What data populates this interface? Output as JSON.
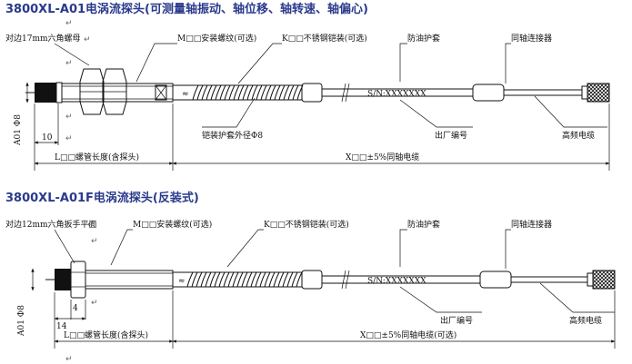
{
  "diagram1": {
    "title": "3800XL-A01电涡流探头(可测量轴振动、轴位移、轴转速、轴偏心)",
    "label_nut": "对边17mm六角螺母",
    "label_thread": "M□□安装螺纹(可选)",
    "label_armor": "K□□不锈钢铠装(可选)",
    "label_guard": "防油护套",
    "label_connector": "同轴连接器",
    "label_armor_dia": "铠装护套外径Φ8",
    "label_serial": "出厂编号",
    "label_cable": "高频电缆",
    "serial_mark": "S/N:XXXXXXX",
    "dim_10": "10",
    "dim_tip": "A01 Φ8",
    "dim_L": "L□□螺管长度(含探头)",
    "dim_X": "X□□±5%同轴电缆"
  },
  "diagram2": {
    "title": "3800XL-A01F电涡流探头(反装式)",
    "label_nut": "对边12mm六角扳手平面",
    "label_thread": "M□□安装螺纹(可选)",
    "label_armor": "K□□不锈钢铠装(可选)",
    "label_guard": "防油护套",
    "label_connector": "同轴连接器",
    "label_serial": "出厂编号",
    "label_cable": "高频电缆",
    "serial_mark": "S/N:XXXXXXX",
    "dim_14": "14",
    "dim_4": "4",
    "dim_tip": "A01 Φ8",
    "dim_L": "L□□螺管长度(含探头)",
    "dim_X": "X□□±5%同轴电缆(可选)"
  },
  "return_mark": "↵",
  "colors": {
    "title": "#2a3a8c",
    "line": "#111111",
    "tip": "#111111"
  }
}
